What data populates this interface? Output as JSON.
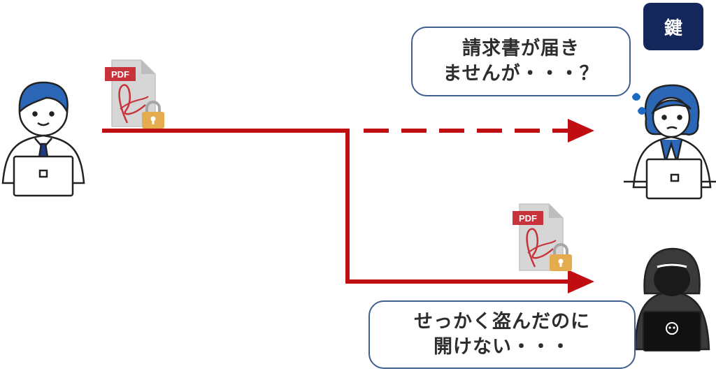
{
  "key_badge": "鍵",
  "bubble_top": {
    "line1": "請求書が届き",
    "line2": "ませんが・・・？"
  },
  "bubble_bottom": {
    "line1": "せっかく盗んだのに",
    "line2": "開けない・・・"
  },
  "pdf_label": "PDF",
  "colors": {
    "arrow": "#c00d12",
    "navy": "#14275a",
    "hair_blue": "#2b66b7",
    "bubble_border": "#3f5f8e",
    "pdf_red": "#c8323a",
    "lock_gold": "#e5ac4f"
  },
  "icons": [
    "sender-person-icon",
    "recipient-person-icon",
    "hacker-icon",
    "pdf-locked-icon",
    "lock-icon",
    "skull-icon",
    "sweat-drop-icon"
  ]
}
